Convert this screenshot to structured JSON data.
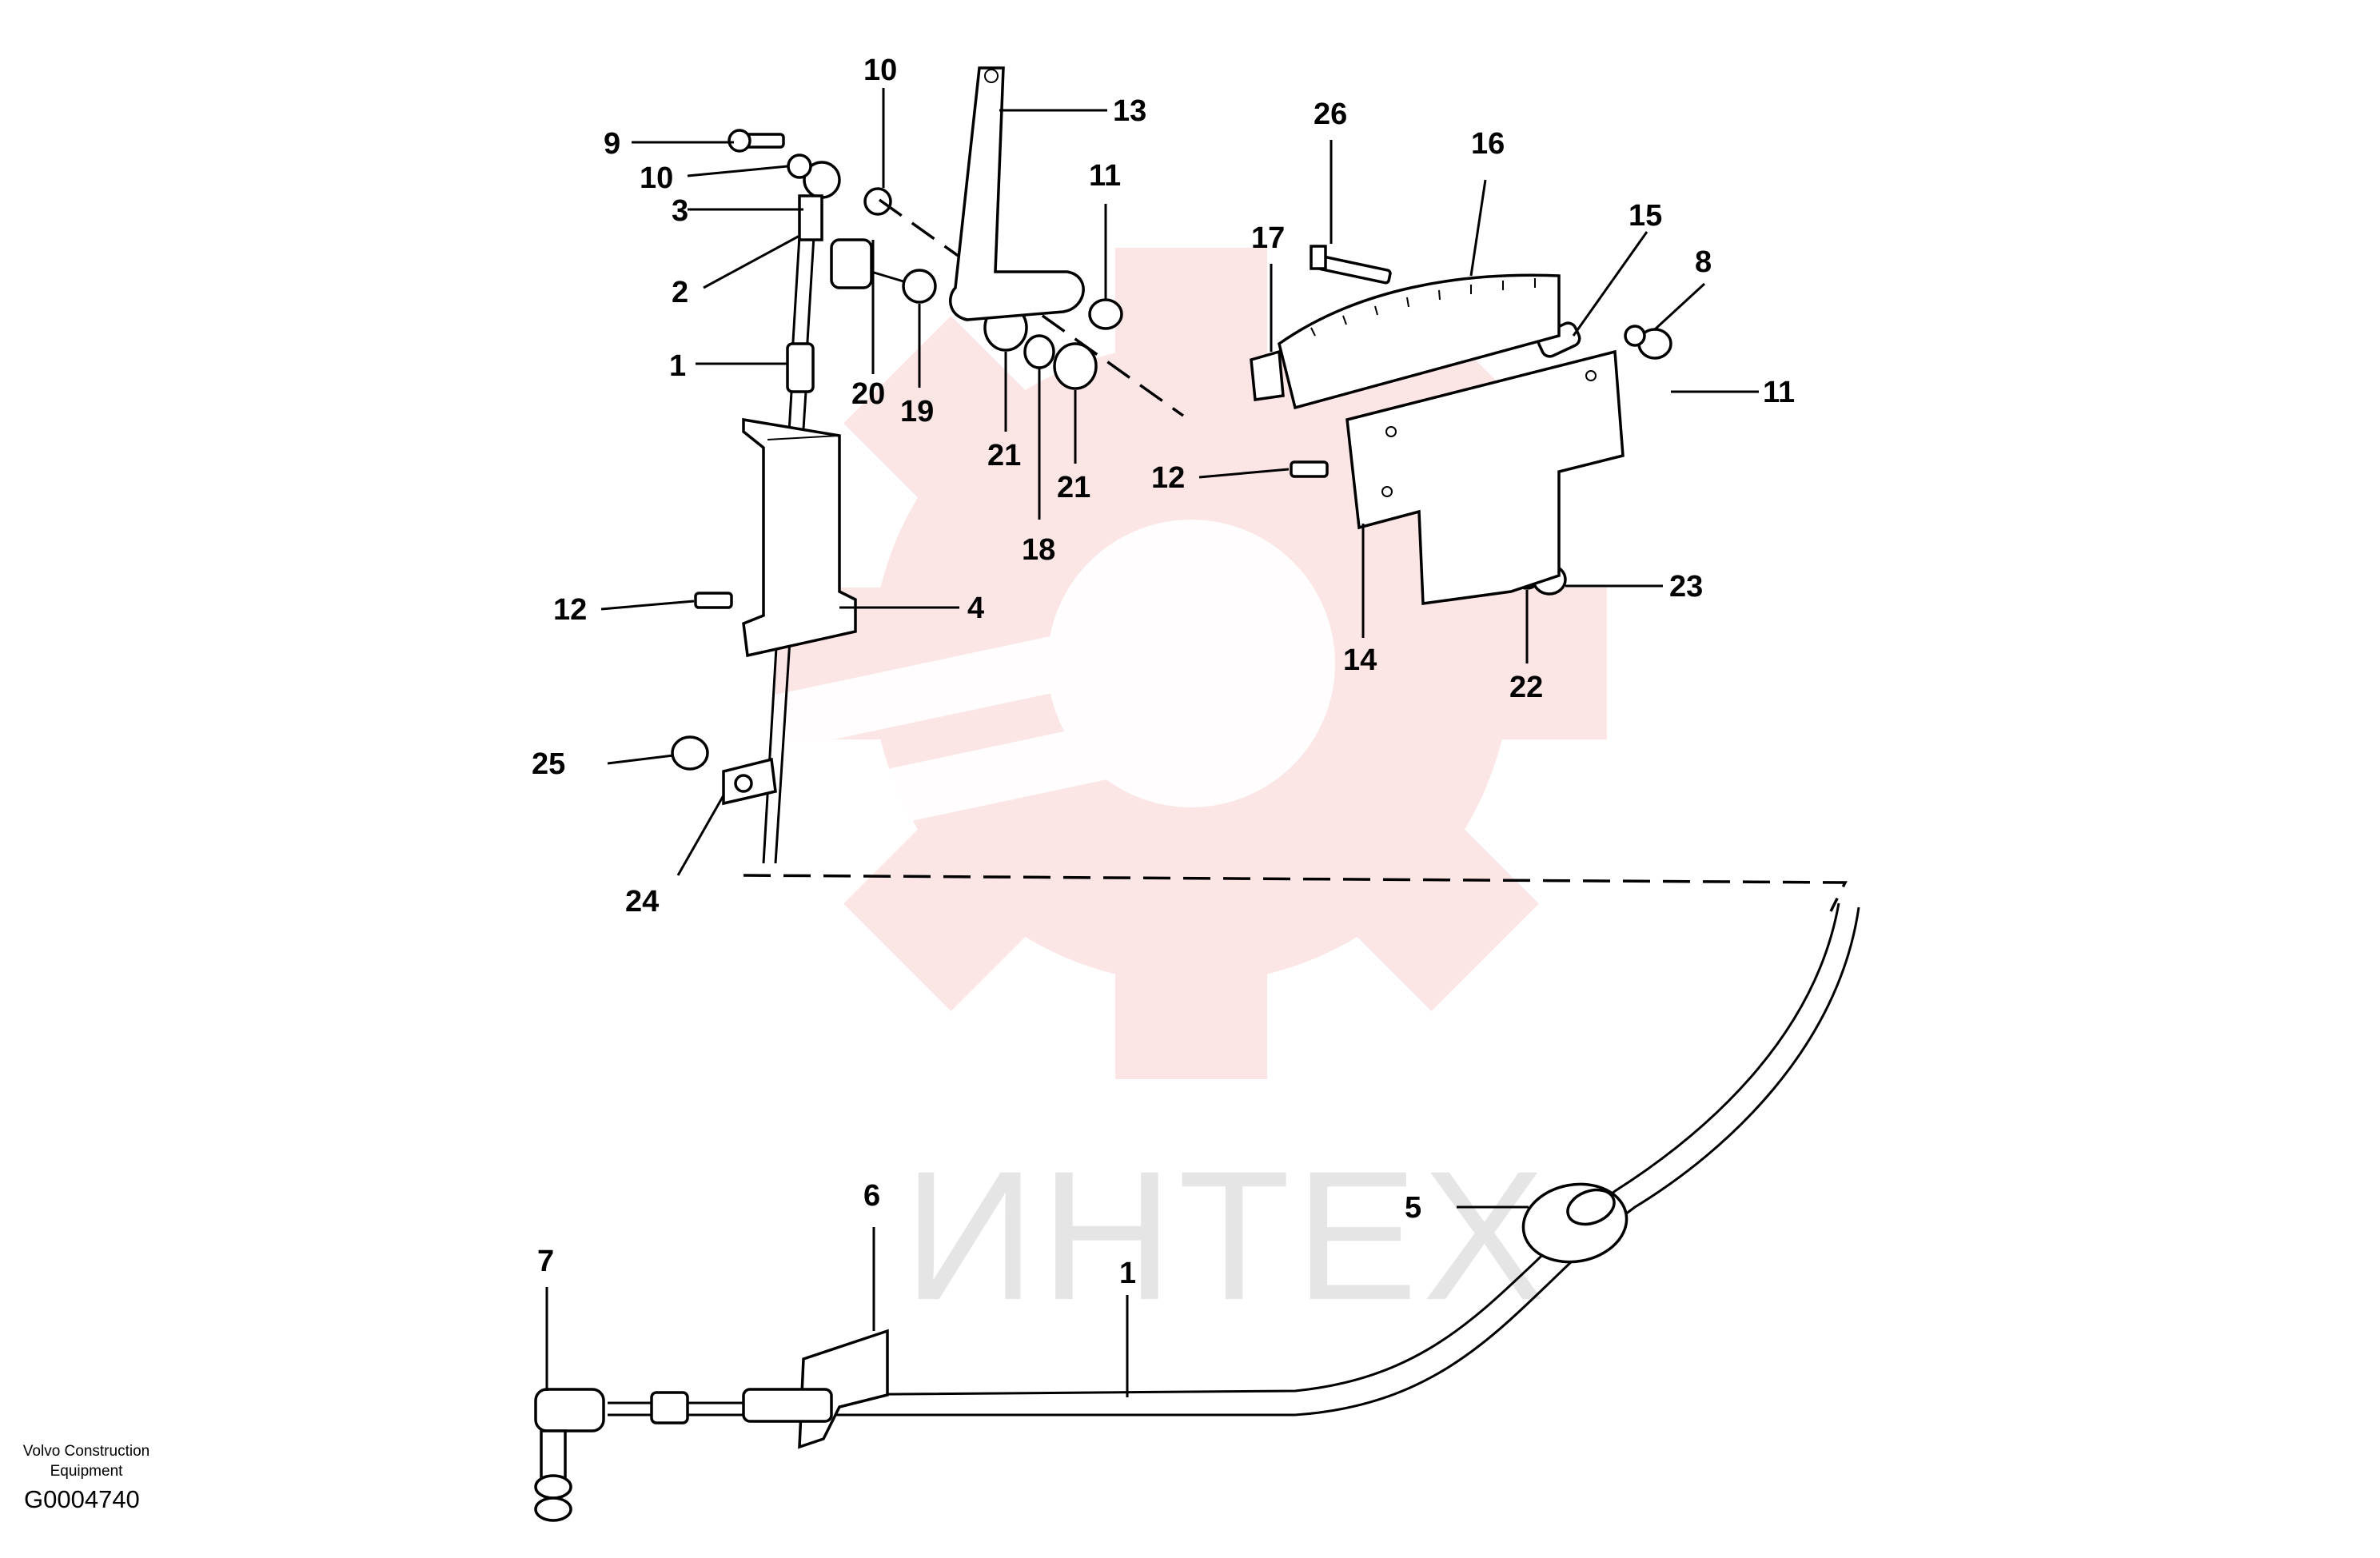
{
  "watermark": {
    "text": "ИНТЕХ",
    "color": "#e63838"
  },
  "callouts": [
    {
      "id": "c1a",
      "label": "1"
    },
    {
      "id": "c1b",
      "label": "1"
    },
    {
      "id": "c2",
      "label": "2"
    },
    {
      "id": "c3",
      "label": "3"
    },
    {
      "id": "c4",
      "label": "4"
    },
    {
      "id": "c5",
      "label": "5"
    },
    {
      "id": "c6",
      "label": "6"
    },
    {
      "id": "c7",
      "label": "7"
    },
    {
      "id": "c8",
      "label": "8"
    },
    {
      "id": "c9",
      "label": "9"
    },
    {
      "id": "c10a",
      "label": "10"
    },
    {
      "id": "c10b",
      "label": "10"
    },
    {
      "id": "c11a",
      "label": "11"
    },
    {
      "id": "c11b",
      "label": "11"
    },
    {
      "id": "c12a",
      "label": "12"
    },
    {
      "id": "c12b",
      "label": "12"
    },
    {
      "id": "c13",
      "label": "13"
    },
    {
      "id": "c14",
      "label": "14"
    },
    {
      "id": "c15",
      "label": "15"
    },
    {
      "id": "c16",
      "label": "16"
    },
    {
      "id": "c17",
      "label": "17"
    },
    {
      "id": "c18",
      "label": "18"
    },
    {
      "id": "c19",
      "label": "19"
    },
    {
      "id": "c20",
      "label": "20"
    },
    {
      "id": "c21a",
      "label": "21"
    },
    {
      "id": "c21b",
      "label": "21"
    },
    {
      "id": "c22",
      "label": "22"
    },
    {
      "id": "c23",
      "label": "23"
    },
    {
      "id": "c24",
      "label": "24"
    },
    {
      "id": "c25",
      "label": "25"
    },
    {
      "id": "c26",
      "label": "26"
    }
  ],
  "footer": {
    "publisher_line1": "Volvo Construction",
    "publisher_line2": "Equipment",
    "figure_code": "G0004740"
  }
}
